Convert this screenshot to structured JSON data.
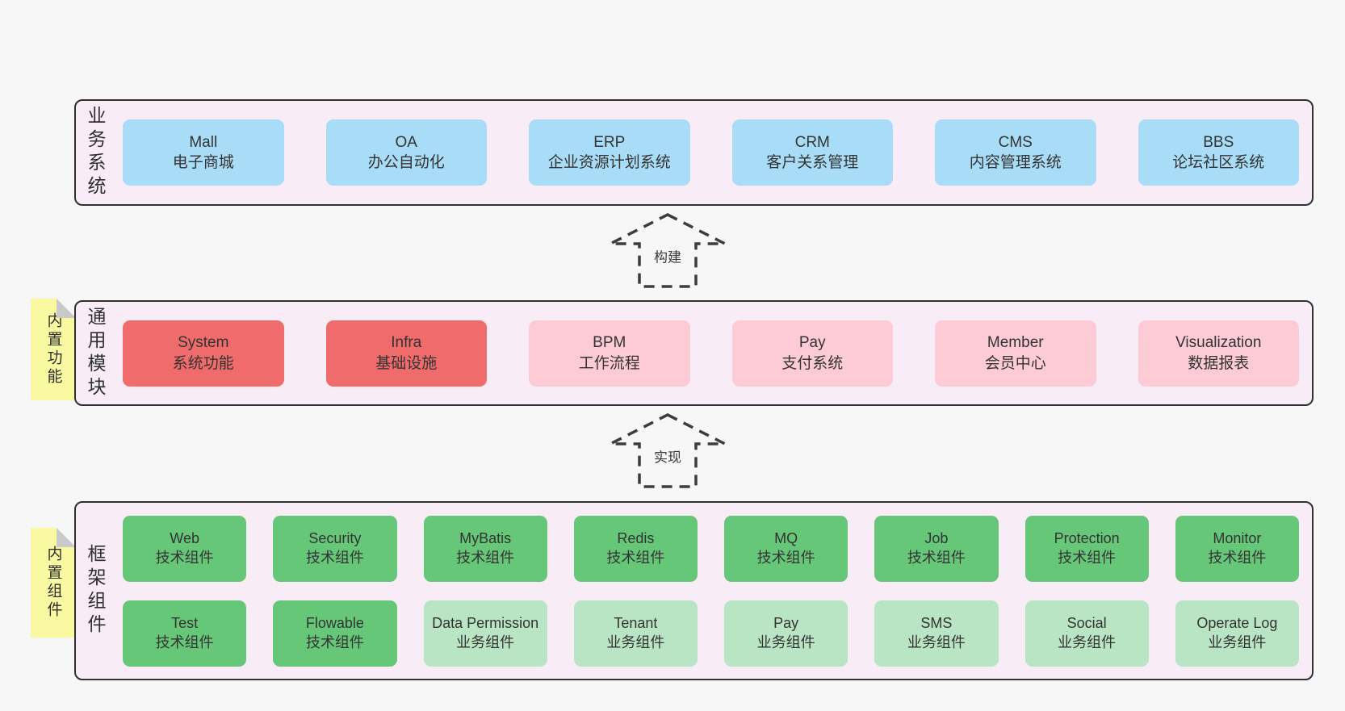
{
  "colors": {
    "page_bg": "#f7f7f7",
    "layer_bg": "#f8edf6",
    "layer_border": "#303030",
    "blue": "#a9dcf7",
    "red": "#f06b6b",
    "pink": "#fccbd6",
    "green": "#66c778",
    "light_green": "#bae5c5",
    "note_yellow": "#f9f9a1",
    "note_fold_gray": "#c9c9c9",
    "text": "#333333",
    "arrow_dash": "#3c3c3c"
  },
  "arrows": [
    {
      "label": "构建"
    },
    {
      "label": "实现"
    }
  ],
  "layers": [
    {
      "label": "业务系统",
      "boxes": [
        {
          "name": "Mall",
          "desc": "电子商城",
          "color": "blue"
        },
        {
          "name": "OA",
          "desc": "办公自动化",
          "color": "blue"
        },
        {
          "name": "ERP",
          "desc": "企业资源计划系统",
          "color": "blue"
        },
        {
          "name": "CRM",
          "desc": "客户关系管理",
          "color": "blue"
        },
        {
          "name": "CMS",
          "desc": "内容管理系统",
          "color": "blue"
        },
        {
          "name": "BBS",
          "desc": "论坛社区系统",
          "color": "blue"
        }
      ]
    },
    {
      "label": "通用模块",
      "note": "内置功能",
      "boxes": [
        {
          "name": "System",
          "desc": "系统功能",
          "color": "red"
        },
        {
          "name": "Infra",
          "desc": "基础设施",
          "color": "red"
        },
        {
          "name": "BPM",
          "desc": "工作流程",
          "color": "pink"
        },
        {
          "name": "Pay",
          "desc": "支付系统",
          "color": "pink"
        },
        {
          "name": "Member",
          "desc": "会员中心",
          "color": "pink"
        },
        {
          "name": "Visualization",
          "desc": "数据报表",
          "color": "pink"
        }
      ]
    },
    {
      "label": "框架组件",
      "note": "内置组件",
      "boxes": [
        {
          "name": "Web",
          "desc": "技术组件",
          "color": "green"
        },
        {
          "name": "Security",
          "desc": "技术组件",
          "color": "green"
        },
        {
          "name": "MyBatis",
          "desc": "技术组件",
          "color": "green"
        },
        {
          "name": "Redis",
          "desc": "技术组件",
          "color": "green"
        },
        {
          "name": "MQ",
          "desc": "技术组件",
          "color": "green"
        },
        {
          "name": "Job",
          "desc": "技术组件",
          "color": "green"
        },
        {
          "name": "Protection",
          "desc": "技术组件",
          "color": "green"
        },
        {
          "name": "Monitor",
          "desc": "技术组件",
          "color": "green"
        },
        {
          "name": "Test",
          "desc": "技术组件",
          "color": "green"
        },
        {
          "name": "Flowable",
          "desc": "技术组件",
          "color": "green"
        },
        {
          "name": "Data Permission",
          "desc": "业务组件",
          "color": "light_green"
        },
        {
          "name": "Tenant",
          "desc": "业务组件",
          "color": "light_green"
        },
        {
          "name": "Pay",
          "desc": "业务组件",
          "color": "light_green"
        },
        {
          "name": "SMS",
          "desc": "业务组件",
          "color": "light_green"
        },
        {
          "name": "Social",
          "desc": "业务组件",
          "color": "light_green"
        },
        {
          "name": "Operate Log",
          "desc": "业务组件",
          "color": "light_green"
        }
      ]
    }
  ]
}
